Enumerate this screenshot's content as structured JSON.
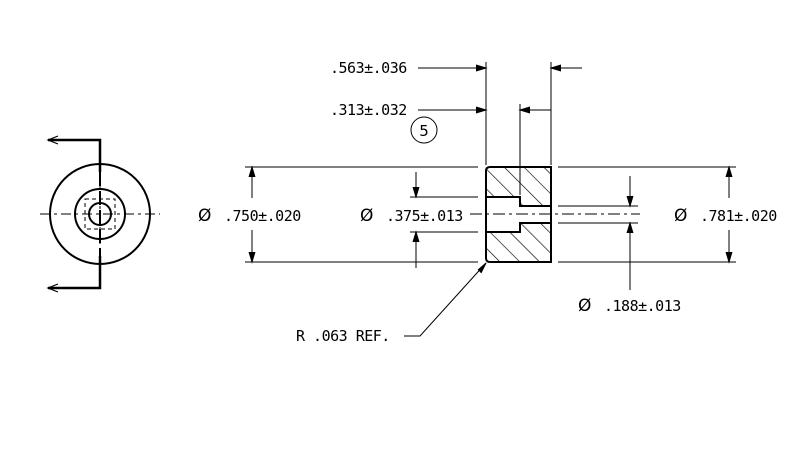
{
  "dimensions": {
    "length_overall": ".563±.036",
    "counterbore_depth": ".313±.032",
    "outer_diameter_left": ".750±.020",
    "counterbore_diameter": ".375±.013",
    "outer_diameter_right": ".781±.020",
    "hole_diameter": ".188±.013",
    "edge_radius": "R .063 REF."
  },
  "symbols": {
    "diameter": "Ø",
    "note_balloon": "5"
  },
  "colors": {
    "line": "#000000",
    "background": "#ffffff"
  }
}
